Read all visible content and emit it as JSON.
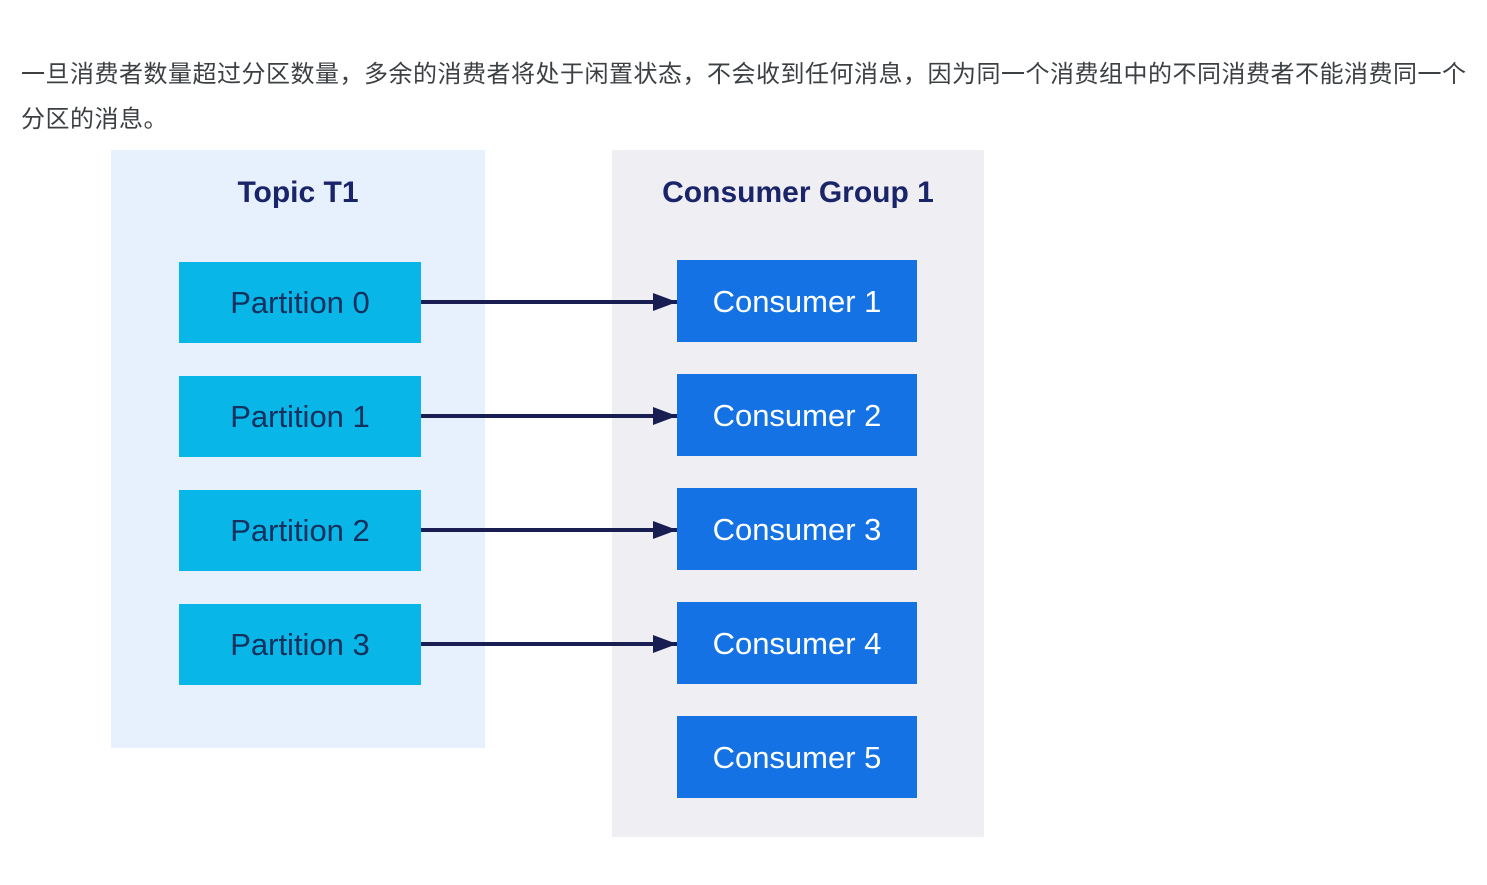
{
  "intro": {
    "text": "一旦消费者数量超过分区数量，多余的消费者将处于闲置状态，不会收到任何消息，因为同一个消费组中的不同消费者不能消费同一个分区的消息。"
  },
  "diagram": {
    "topic_panel": {
      "title": "Topic T1",
      "partitions": [
        "Partition 0",
        "Partition 1",
        "Partition 2",
        "Partition 3"
      ]
    },
    "consumer_panel": {
      "title": "Consumer Group 1",
      "consumers": [
        "Consumer 1",
        "Consumer 2",
        "Consumer 3",
        "Consumer 4",
        "Consumer 5"
      ]
    },
    "arrows": [
      {
        "from": "Partition 0",
        "to": "Consumer 1"
      },
      {
        "from": "Partition 1",
        "to": "Consumer 2"
      },
      {
        "from": "Partition 2",
        "to": "Consumer 3"
      },
      {
        "from": "Partition 3",
        "to": "Consumer 4"
      }
    ],
    "colors": {
      "topic_panel_bg": "#e7f0fd",
      "consumer_panel_bg": "#efeef3",
      "partition_box_bg": "#08b6e8",
      "consumer_box_bg": "#1472e4",
      "heading_text": "#1a2468",
      "partition_text": "#14305c",
      "consumer_text": "#ffffff",
      "arrow_color": "#181d52"
    }
  }
}
